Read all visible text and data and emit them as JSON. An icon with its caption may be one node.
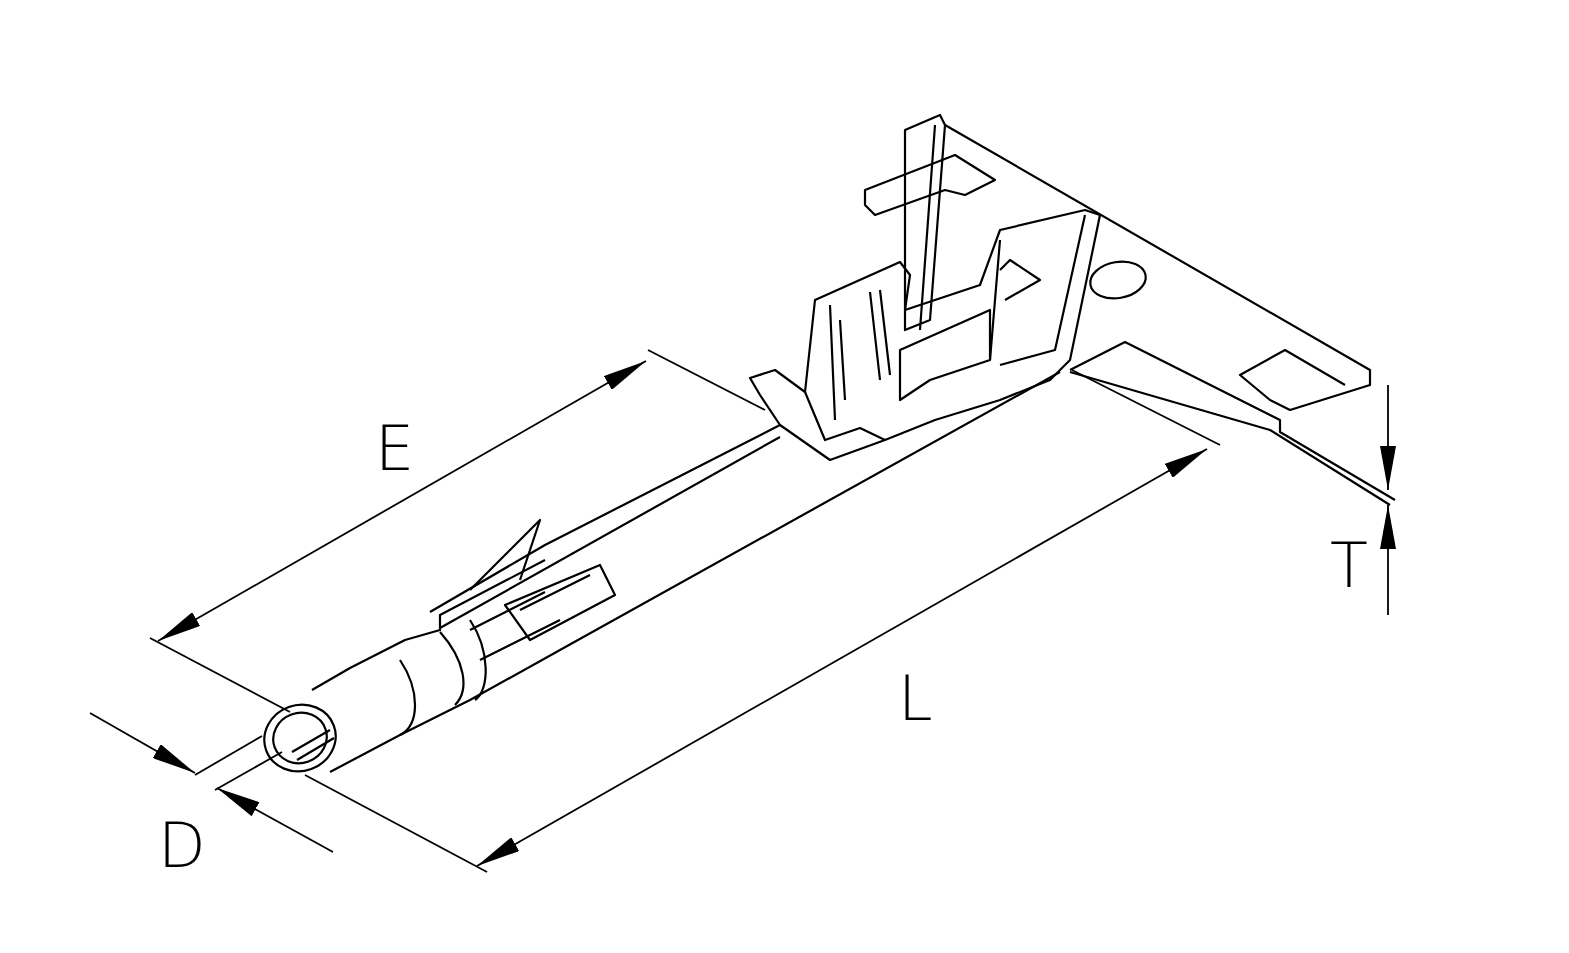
{
  "diagram": {
    "labels": [
      "E",
      "T",
      "L",
      "D"
    ]
  }
}
